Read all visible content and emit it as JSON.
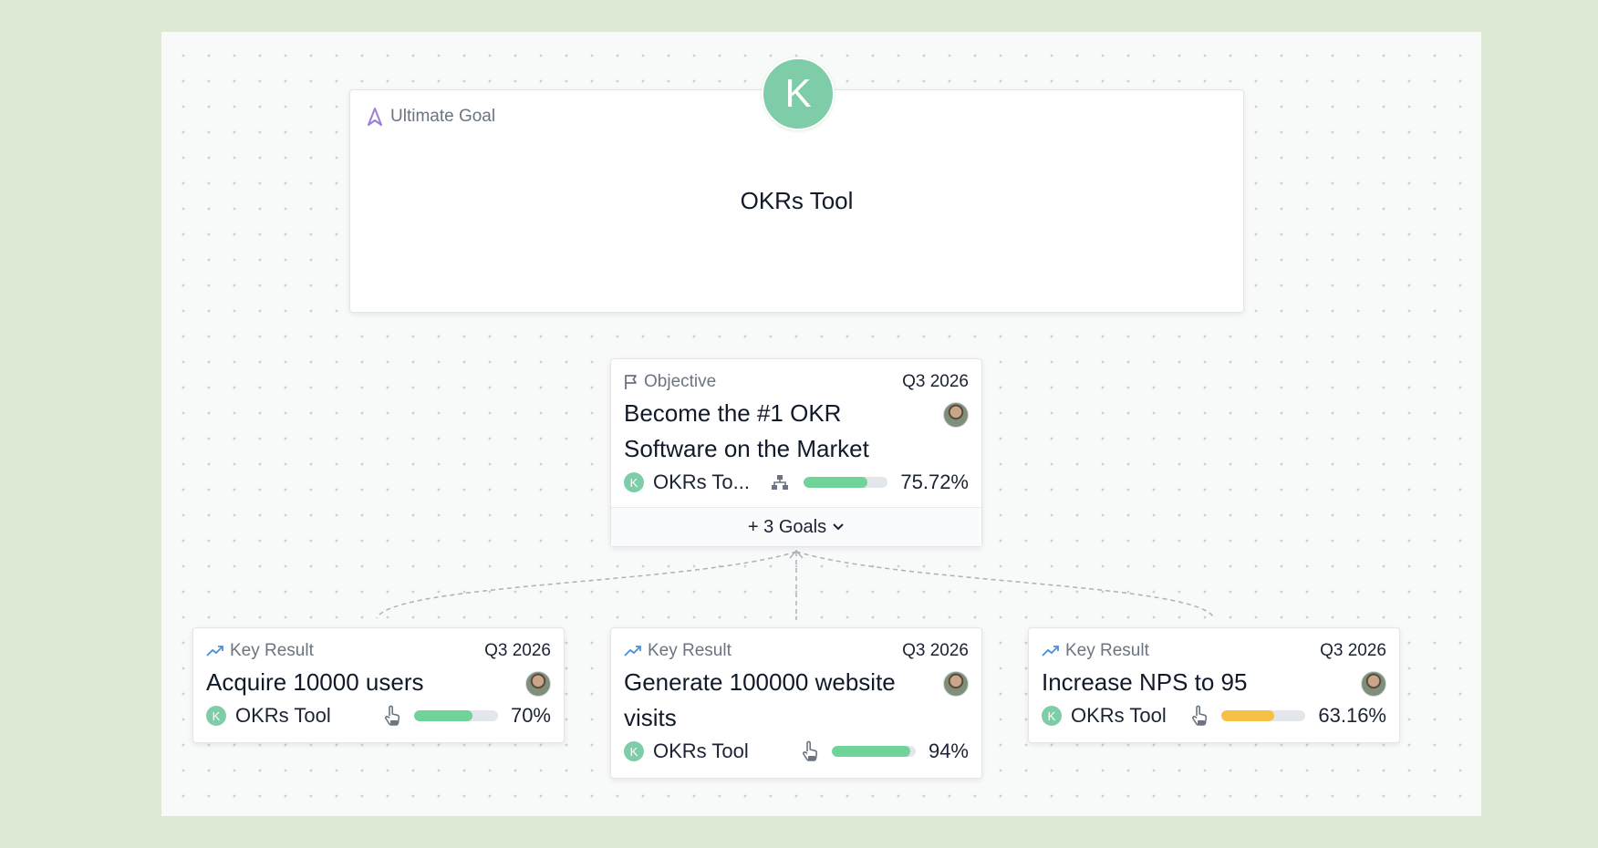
{
  "ultimate_goal": {
    "type_label": "Ultimate Goal",
    "title": "OKRs Tool",
    "avatar_letter": "K"
  },
  "objective": {
    "type_label": "Objective",
    "quarter": "Q3 2026",
    "title_line1": "Become the #1 OKR",
    "title_line2": "Software on the Market",
    "owner": "OKRs To...",
    "owner_badge": "K",
    "progress": 75.72,
    "progress_text": "75.72%",
    "progress_color": "#6fd39a",
    "goals_toggle": "+ 3 Goals"
  },
  "key_results": [
    {
      "type_label": "Key Result",
      "quarter": "Q3 2026",
      "title_line1": "Acquire 10000 users",
      "title_line2": "",
      "owner": "OKRs Tool",
      "owner_badge": "K",
      "progress": 70,
      "progress_text": "70%",
      "progress_color": "#6fd39a"
    },
    {
      "type_label": "Key Result",
      "quarter": "Q3 2026",
      "title_line1": "Generate 100000 website",
      "title_line2": "visits",
      "owner": "OKRs Tool",
      "owner_badge": "K",
      "progress": 94,
      "progress_text": "94%",
      "progress_color": "#6fd39a"
    },
    {
      "type_label": "Key Result",
      "quarter": "Q3 2026",
      "title_line1": "Increase NPS to 95",
      "title_line2": "",
      "owner": "OKRs Tool",
      "owner_badge": "K",
      "progress": 63.16,
      "progress_text": "63.16%",
      "progress_color": "#f5c043"
    }
  ],
  "colors": {
    "accent_green": "#7ecda8",
    "goal_icon_purple": "#9b7fd4",
    "key_result_icon_blue": "#4a90d9"
  },
  "icons": {
    "ultimate_goal": "navigation-arrow-icon",
    "objective": "flag-icon",
    "key_result": "trend-up-icon",
    "alignment": "hierarchy-icon",
    "manual_update": "pointer-hand-icon",
    "expand": "chevron-down-icon"
  }
}
